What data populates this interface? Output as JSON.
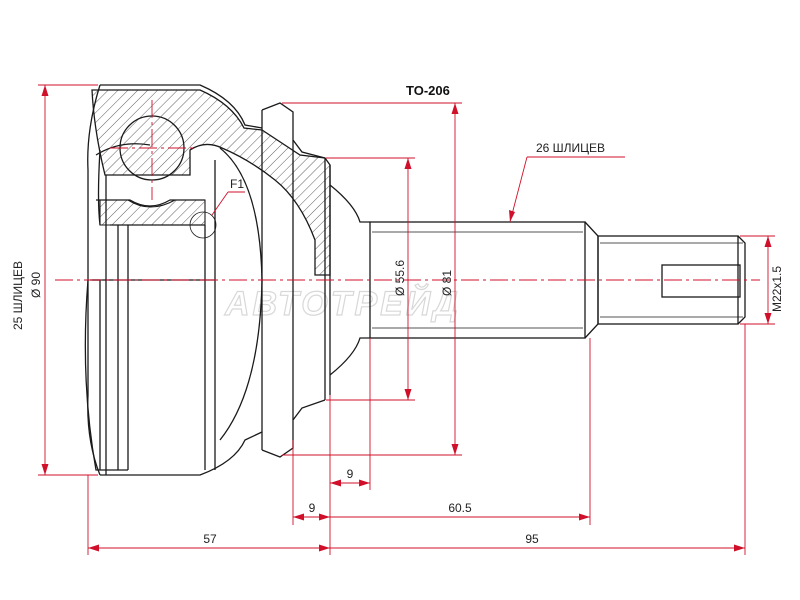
{
  "part_number": "TO-206",
  "watermark": "АВТОТРЕЙД",
  "labels": {
    "spline_inner": "25 ШЛИЦЕВ",
    "dia_outer": "Ø 90",
    "spline_outer": "26 ШЛИЦЕВ",
    "dia_55": "Ø 55.6",
    "dia_81": "Ø 81",
    "thread": "M22x1.5",
    "detail": "F1"
  },
  "dimensions": {
    "d9_top": "9",
    "d9_bottom": "9",
    "d60_5": "60.5",
    "d57": "57",
    "d95": "95"
  },
  "colors": {
    "dimension": "#d0102a",
    "outline": "#1a1a1a"
  }
}
